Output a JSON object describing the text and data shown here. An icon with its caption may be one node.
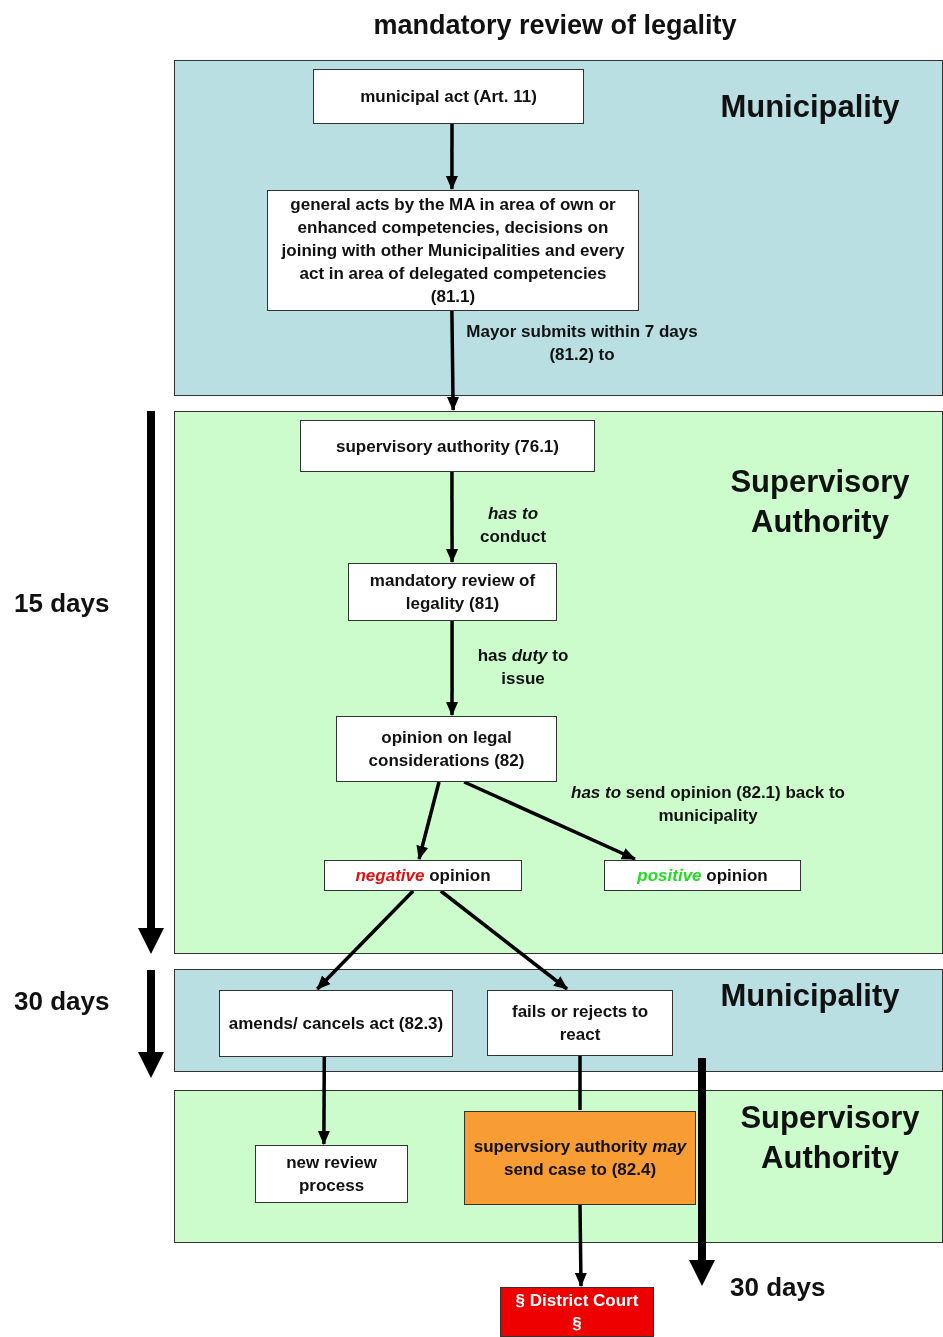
{
  "diagram": {
    "title": "mandatory review of legality",
    "nodes": [
      {
        "text": [
          "Municipality"
        ]
      },
      {
        "text": [
          "municipal act (Art. 11)"
        ],
        "in": 0
      },
      {
        "text": [
          "general acts by the MA in area of own or enhanced competencies, decisions on joining with other Municipalities and every act in area of delegated competencies (81.1)"
        ],
        "in": 0
      },
      {
        "text": [
          "Supervisory Authority"
        ]
      },
      {
        "text": [
          "supervisory authority (76.1)"
        ],
        "in": 3
      },
      {
        "text": [
          "mandatory review of legality (81)"
        ],
        "in": 3
      },
      {
        "text": [
          "opinion on legal considerations (82)"
        ],
        "in": 3
      },
      {
        "text": [
          "*negative* opinion"
        ],
        "in": 3
      },
      {
        "text": [
          "*positive* opinion"
        ],
        "in": 3
      },
      {
        "text": [
          "Municipality"
        ]
      },
      {
        "text": [
          "amends/ cancels act (82.3)"
        ],
        "in": 9
      },
      {
        "text": [
          "fails or rejects to react"
        ],
        "in": 9
      },
      {
        "text": [
          "Supervisory Authority"
        ]
      },
      {
        "text": [
          "new review process"
        ],
        "in": 12
      },
      {
        "text": [
          "supervsiory authority *may* send case to (82.4)"
        ],
        "in": 12
      },
      {
        "text": [
          "§ District Court §"
        ]
      }
    ],
    "edges": [
      {
        "from": 1,
        "to": 2,
        "arrow": "to"
      },
      {
        "from": 2,
        "to": 3,
        "arrow": "to",
        "label": "Mayor submits within 7 days (81.2) to"
      },
      {
        "from": 4,
        "to": 5,
        "arrow": "to",
        "label": "*has to* conduct"
      },
      {
        "from": 5,
        "to": 6,
        "arrow": "to",
        "label": "has *duty* to issue"
      },
      {
        "from": 6,
        "to": 7,
        "arrow": "to"
      },
      {
        "from": 6,
        "to": 8,
        "arrow": "to",
        "label": "*has to* send opinion (82.1) back to municipality"
      },
      {
        "from": 7,
        "to": 10,
        "arrow": "to"
      },
      {
        "from": 7,
        "to": 11,
        "arrow": "to"
      },
      {
        "from": 10,
        "to": 13,
        "arrow": "to"
      },
      {
        "from": 11,
        "to": 14,
        "arrow": "none"
      },
      {
        "from": 14,
        "to": 15,
        "arrow": "to"
      }
    ],
    "labels": [
      "15 days",
      "30 days",
      "30 days"
    ]
  }
}
